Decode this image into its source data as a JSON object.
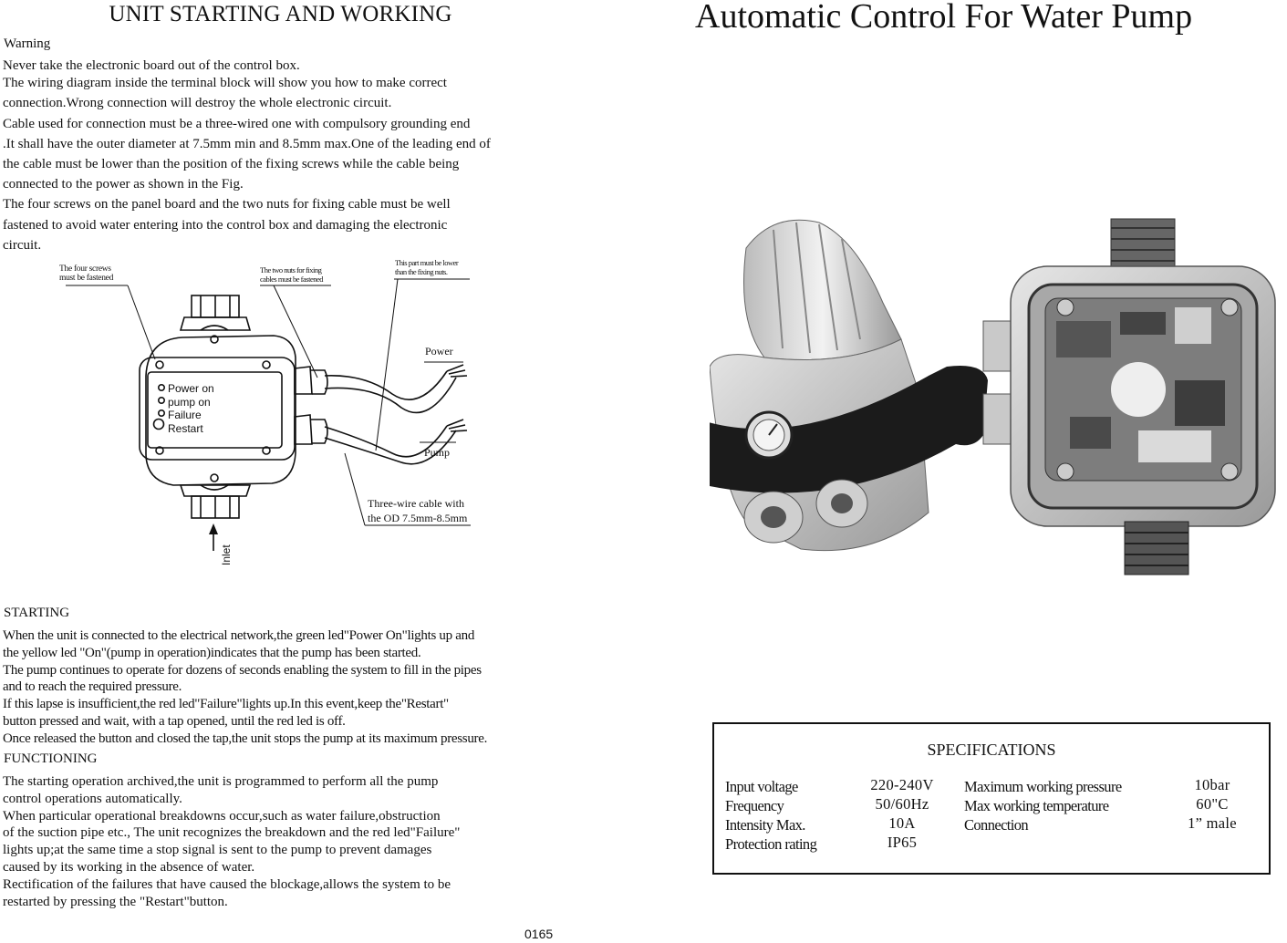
{
  "left_page": {
    "heading": "UNIT STARTING AND WORKING",
    "warning_label": "Warning",
    "warning_lines": [
      "Never take the electronic board out of the control box.",
      "The wiring diagram  inside the terminal block will  show you how to make correct",
      "connection.Wrong connection will destroy the  whole electronic circuit.",
      "Cable used for connection must be a three-wired one with compulsory grounding end",
      ".It shall have the outer diameter at 7.5mm min and 8.5mm max.One of the leading end of",
      "the cable must be lower than the position of  the fixing screws  while the cable being",
      "connected to the power as shown in the Fig.",
      "The four screws on the panel board and the two nuts for fixing cable must be well",
      "fastened to avoid water entering into the control box and damaging the electronic",
      "circuit."
    ],
    "diagram": {
      "label_four_screws": [
        "The four screws",
        "must be fastened"
      ],
      "label_two_nuts": [
        "The two nuts for fixing",
        "cables must be fastened"
      ],
      "label_lower_part": [
        "This part must be lower",
        "than the fixing nuts."
      ],
      "label_power": "Power",
      "label_pump": "Pump",
      "label_cable": [
        "Three-wire cable with",
        "the OD 7.5mm-8.5mm"
      ],
      "leds": [
        "Power on",
        "pump on",
        "Failure",
        "Restart"
      ],
      "label_inlet": "Inlet"
    },
    "starting_label": "STARTING",
    "starting_lines": [
      "When the unit is connected to the electrical network,the green led\"Power On\"lights up and",
      "the yellow led \"On\"(pump in operation)indicates that the pump has been started.",
      "The pump continues to operate for dozens of seconds  enabling the system to fill in the pipes",
      "and to reach the required pressure.",
      "If this lapse is insufficient,the red led\"Failure\"lights up.In this event,keep the\"Restart\"",
      "button pressed and wait, with a tap opened, until the red led is off.",
      "Once released the button and closed the tap,the unit stops the pump at its maximum pressure."
    ],
    "functioning_label": "FUNCTIONING",
    "functioning_lines": [
      "The starting operation archived,the unit is programmed to perform all the pump",
      "control operations automatically.",
      "When particular operational breakdowns occur,such as water failure,obstruction",
      "of the suction pipe etc., The unit recognizes the breakdown and the red led\"Failure\"",
      "lights up;at the same  time a stop signal is sent to the pump to prevent damages",
      "caused by its working in the absence of water.",
      "Rectification of the failures that have caused the blockage,allows the system to be",
      "restarted by pressing the \"Restart\"button."
    ],
    "page_number": "0165"
  },
  "right_page": {
    "title": "Automatic Control For Water Pump",
    "specs": {
      "title": "SPECIFICATIONS",
      "left_labels": [
        "Input voltage",
        "Frequency",
        "Intensity Max.",
        "Protection rating"
      ],
      "left_values": [
        "220-240V",
        "50/60Hz",
        "10A",
        "IP65"
      ],
      "right_labels": [
        "Maximum working pressure",
        "Max working temperature",
        "Connection"
      ],
      "right_values": [
        "10bar",
        "60\"C",
        "1”  male"
      ]
    }
  }
}
